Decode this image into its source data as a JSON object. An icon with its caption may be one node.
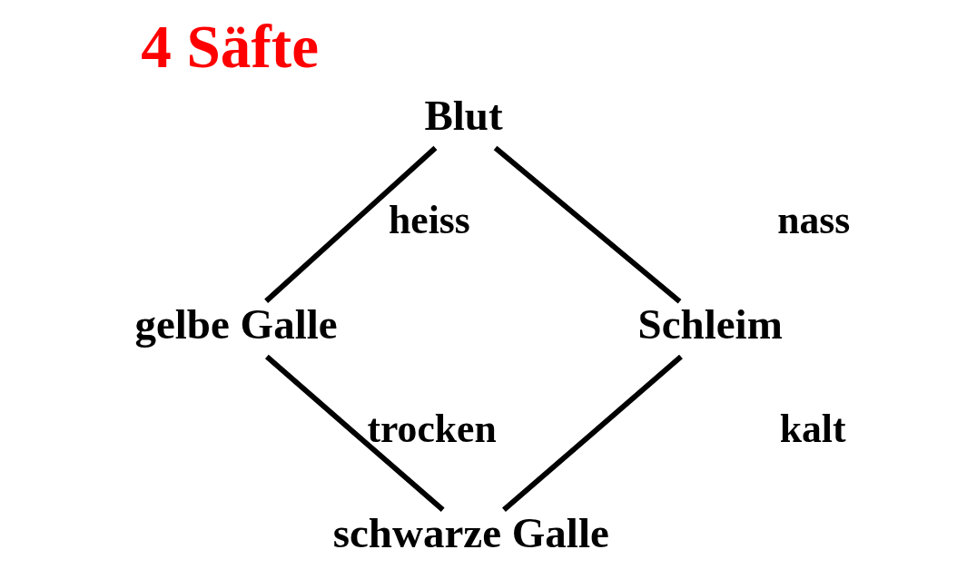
{
  "diagram": {
    "title": "4 Säfte",
    "nodes": [
      {
        "text": [
          "Blut"
        ]
      },
      {
        "text": [
          "gelbe Galle"
        ]
      },
      {
        "text": [
          "Schleim"
        ]
      },
      {
        "text": [
          "schwarze Galle"
        ]
      }
    ],
    "edges": [
      {
        "from": 0,
        "to": 1,
        "arrow": "none",
        "label": "heiss"
      },
      {
        "from": 0,
        "to": 2,
        "arrow": "none",
        "label": "nass"
      },
      {
        "from": 1,
        "to": 3,
        "arrow": "none",
        "label": "trocken"
      },
      {
        "from": 2,
        "to": 3,
        "arrow": "none",
        "label": "kalt"
      }
    ]
  }
}
